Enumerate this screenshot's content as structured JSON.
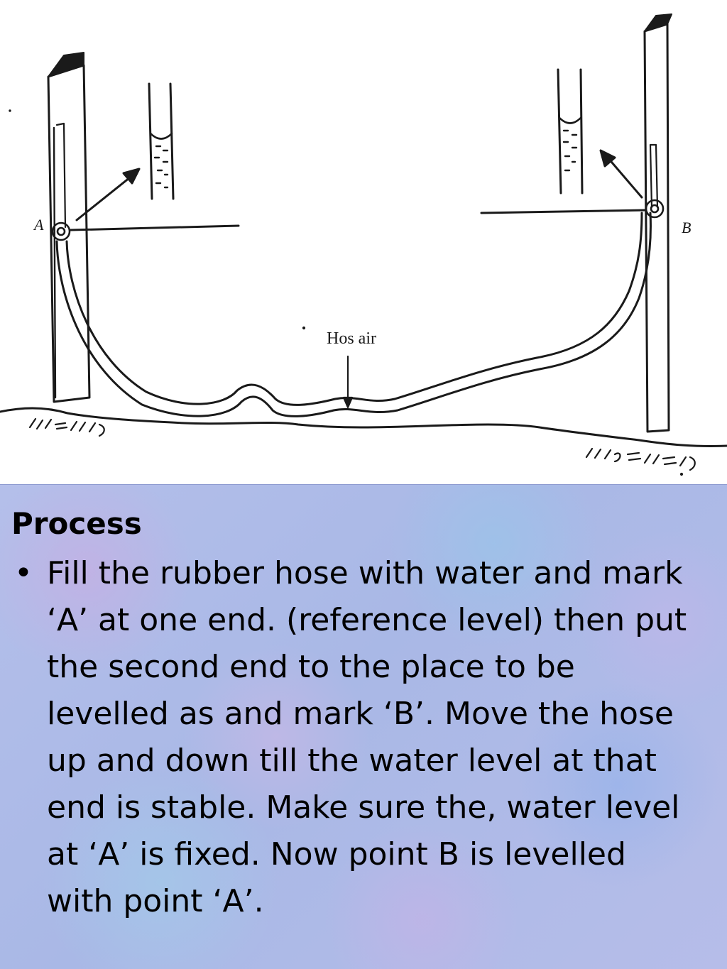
{
  "diagram": {
    "label_a": "A",
    "label_b": "B",
    "hose_label": "Hos air"
  },
  "panel": {
    "heading": "Process",
    "bullet_symbol": "•",
    "bullet_text": "Fill the rubber hose with water and mark ‘A’ at one end. (reference level) then put the second end to the place to be levelled as and mark ‘B’. Move the hose up and down till the water level at that end is stable. Make sure the, water level at ‘A’ is fixed. Now point B is levelled with point ‘A’.",
    "background_color": "#aeb9e6"
  }
}
